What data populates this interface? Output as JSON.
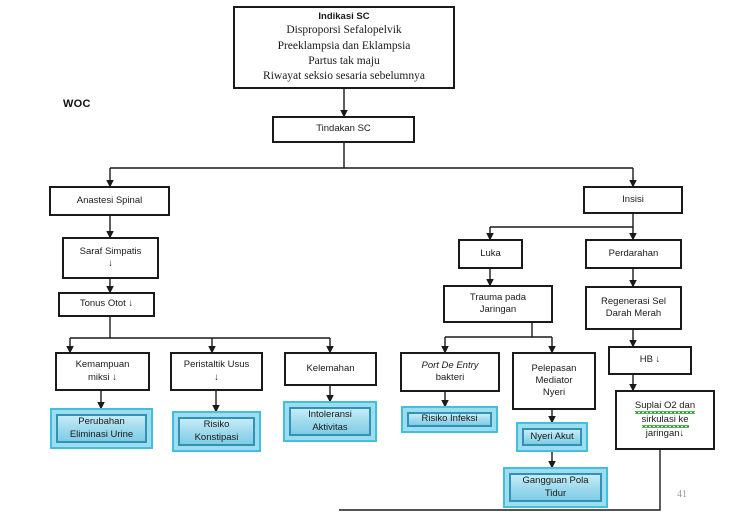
{
  "document": {
    "label": "WOC",
    "page_number": "41",
    "colors": {
      "box_border": "#1a1a1a",
      "blue_fill": "#9fdced",
      "blue_border": "#3fc0de",
      "blue_inner_border": "#2f93b8",
      "connector": "#1a1a1a",
      "spellcheck_underline": "#1f9e1f",
      "page_number": "#9a9a9a"
    }
  },
  "nodes": {
    "indikasi": {
      "lines": [
        "Indikasi SC",
        "Disproporsi Sefalopelvik",
        "Preeklampsia dan Eklampsia",
        "Partus tak maju",
        "Riwayat seksio sesaria sebelumnya"
      ]
    },
    "tindakan": {
      "lines": [
        "Tindakan SC"
      ]
    },
    "anastesi": {
      "lines": [
        "Anastesi Spinal"
      ]
    },
    "saraf": {
      "lines": [
        "Saraf Simpatis",
        "↓"
      ]
    },
    "tonus": {
      "lines": [
        "Tonus Otot ↓"
      ]
    },
    "kemampuan": {
      "lines": [
        "Kemampuan",
        "miksi ↓"
      ]
    },
    "peristaltik": {
      "lines": [
        "Peristaltik  Usus",
        "↓"
      ]
    },
    "kelemahan": {
      "lines": [
        "Kelemahan"
      ]
    },
    "perubahan": {
      "lines": [
        "Perubahan",
        "Eliminasi Urine"
      ]
    },
    "risiko_konstipasi": {
      "lines": [
        "Risiko",
        "Konstipasi"
      ]
    },
    "intoleransi": {
      "lines": [
        "Intoleransi",
        "Aktivitas"
      ]
    },
    "insisi": {
      "lines": [
        "Insisi"
      ]
    },
    "luka": {
      "lines": [
        "Luka"
      ]
    },
    "perdarahan": {
      "lines": [
        "Perdarahan"
      ]
    },
    "trauma": {
      "lines": [
        "Trauma pada",
        "Jaringan"
      ]
    },
    "regenerasi": {
      "lines": [
        "Regenerasi Sel",
        "Darah Merah"
      ]
    },
    "port_de_entry": {
      "lines": [
        "Port De Entry",
        "bakteri"
      ]
    },
    "pelepasan": {
      "lines": [
        "Pelepasan",
        "Mediator",
        "Nyeri"
      ]
    },
    "hb": {
      "lines": [
        "HB ↓"
      ]
    },
    "risiko_infeksi": {
      "lines": [
        "Risiko  Infeksi"
      ]
    },
    "nyeri_akut": {
      "lines": [
        "Nyeri Akut"
      ]
    },
    "suplai": {
      "lines": [
        "Suplai O2 dan",
        "sirkulasi ke",
        "jaringan↓"
      ]
    },
    "gangguan": {
      "lines": [
        "Gangguan Pola",
        "Tidur"
      ]
    }
  }
}
